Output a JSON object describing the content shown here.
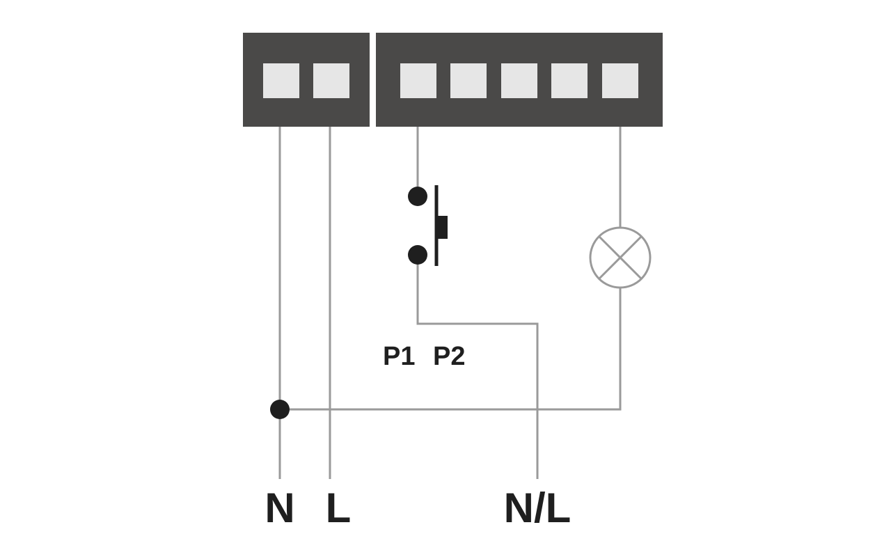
{
  "diagram": {
    "terminal_labels": {
      "p1": "P1",
      "p2": "P2"
    },
    "supply_labels": {
      "neutral": "N",
      "live": "L",
      "switched": "N/L"
    },
    "components": {
      "push_button": "push-button",
      "lamp": "lamp"
    },
    "colors": {
      "terminal_block": "#4a4948",
      "terminal_slot": "#e6e6e6",
      "wire": "#9a9a9a",
      "symbol": "#1f1f1f",
      "text": "#1f1f1f",
      "background": "#ffffff"
    }
  }
}
